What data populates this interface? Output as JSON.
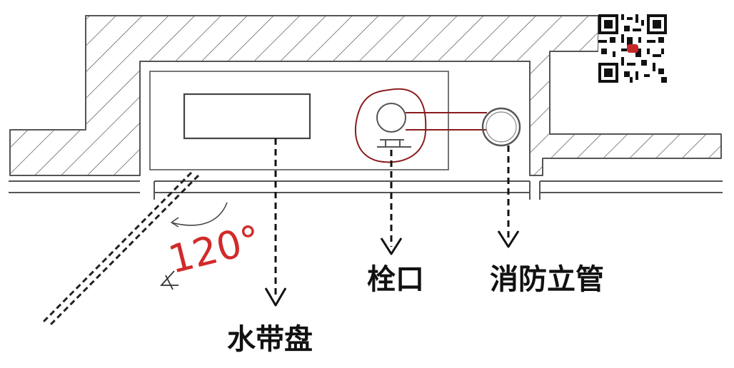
{
  "labels": {
    "hose_reel": "水带盘",
    "outlet": "栓口",
    "riser": "消防立管",
    "angle": "120°"
  },
  "colors": {
    "sketch_line": "#555555",
    "hatch": "#555555",
    "red_annotation": "#d12a2a",
    "outlet_outline": "#8a1c1c",
    "label_text": "#111111"
  },
  "icons": {
    "qr": "qr-code-icon",
    "angle_symbol": "angle-symbol-icon"
  }
}
